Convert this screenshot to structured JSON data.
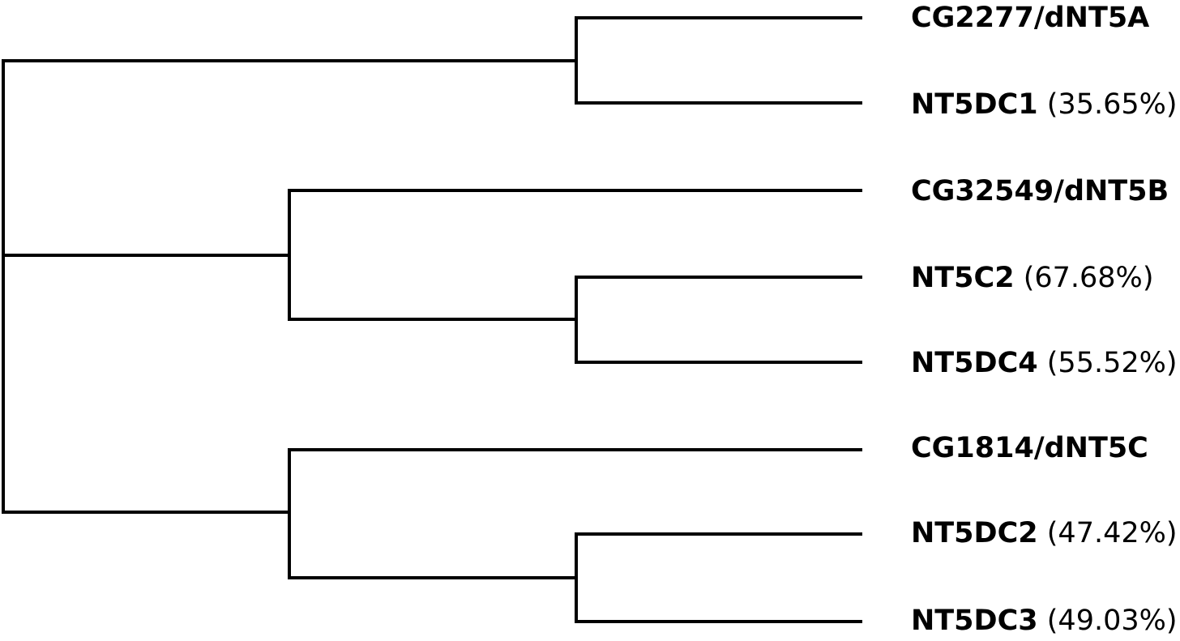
{
  "leaves": [
    {
      "gene": "CG2277/dNT5A",
      "identity": ""
    },
    {
      "gene": "NT5DC1",
      "identity": "(35.65%)"
    },
    {
      "gene": "CG32549/dNT5B",
      "identity": ""
    },
    {
      "gene": "NT5C2",
      "identity": "(67.68%)"
    },
    {
      "gene": "NT5DC4",
      "identity": "(55.52%)"
    },
    {
      "gene": "CG1814/dNT5C",
      "identity": ""
    },
    {
      "gene": "NT5DC2",
      "identity": "(47.42%)"
    },
    {
      "gene": "NT5DC3",
      "identity": "(49.03%)"
    }
  ]
}
